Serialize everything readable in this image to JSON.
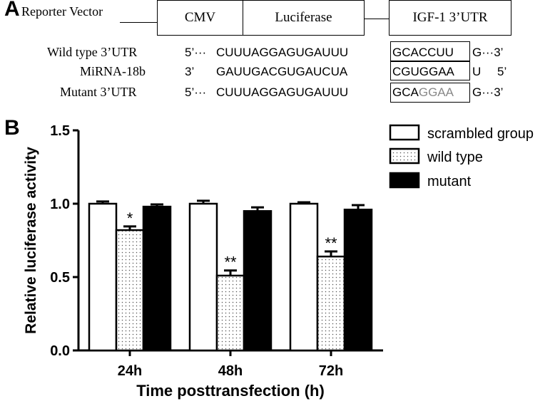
{
  "panel_a": {
    "letter": "A",
    "vector_label": "Reporter Vector",
    "boxes": {
      "cmv": "CMV",
      "luciferase": "Luciferase",
      "utr": "IGF-1 3’UTR"
    },
    "rows": [
      {
        "name": "Wild type 3’UTR",
        "prime_left": "5’···",
        "seq": "CUUUAGGAGUGAUUU",
        "seed": "GCACCUU",
        "seed_mut": "",
        "tail": "G···3’"
      },
      {
        "name": "MiRNA-18b",
        "prime_left": "3’",
        "seq": "GAUUGACGUGAUCUA",
        "seed": "CGUGGAA",
        "seed_mut": "",
        "tail": "U",
        "tail2": "5’"
      },
      {
        "name": "Mutant 3’UTR",
        "prime_left": "5’···",
        "seq": "CUUUAGGAGUGAUUU",
        "seed": "GCA",
        "seed_mut": "GGAA",
        "tail": "G···3’"
      }
    ]
  },
  "panel_b": {
    "letter": "B"
  },
  "chart_data": {
    "type": "bar",
    "title": "",
    "xlabel": "Time posttransfection (h)",
    "ylabel": "Relative luciferase activity",
    "ylim": [
      0,
      1.5
    ],
    "yticks": [
      "0.0",
      "0.5",
      "1.0",
      "1.5"
    ],
    "categories": [
      "24h",
      "48h",
      "72h"
    ],
    "series": [
      {
        "name": "scrambled group",
        "values": [
          1.0,
          1.0,
          1.0
        ],
        "errors": [
          0.015,
          0.02,
          0.01
        ],
        "fill": "#ffffff",
        "pattern": "none"
      },
      {
        "name": "wild type",
        "values": [
          0.82,
          0.51,
          0.64
        ],
        "errors": [
          0.025,
          0.035,
          0.035
        ],
        "fill": "#ffffff",
        "pattern": "dots"
      },
      {
        "name": "mutant",
        "values": [
          0.98,
          0.95,
          0.96
        ],
        "errors": [
          0.015,
          0.025,
          0.03
        ],
        "fill": "#000000",
        "pattern": "none"
      }
    ],
    "significance": [
      {
        "category": 0,
        "series": 1,
        "label": "*"
      },
      {
        "category": 1,
        "series": 1,
        "label": "**"
      },
      {
        "category": 2,
        "series": 1,
        "label": "**"
      }
    ],
    "legend_position": "top-right",
    "grid": false
  }
}
